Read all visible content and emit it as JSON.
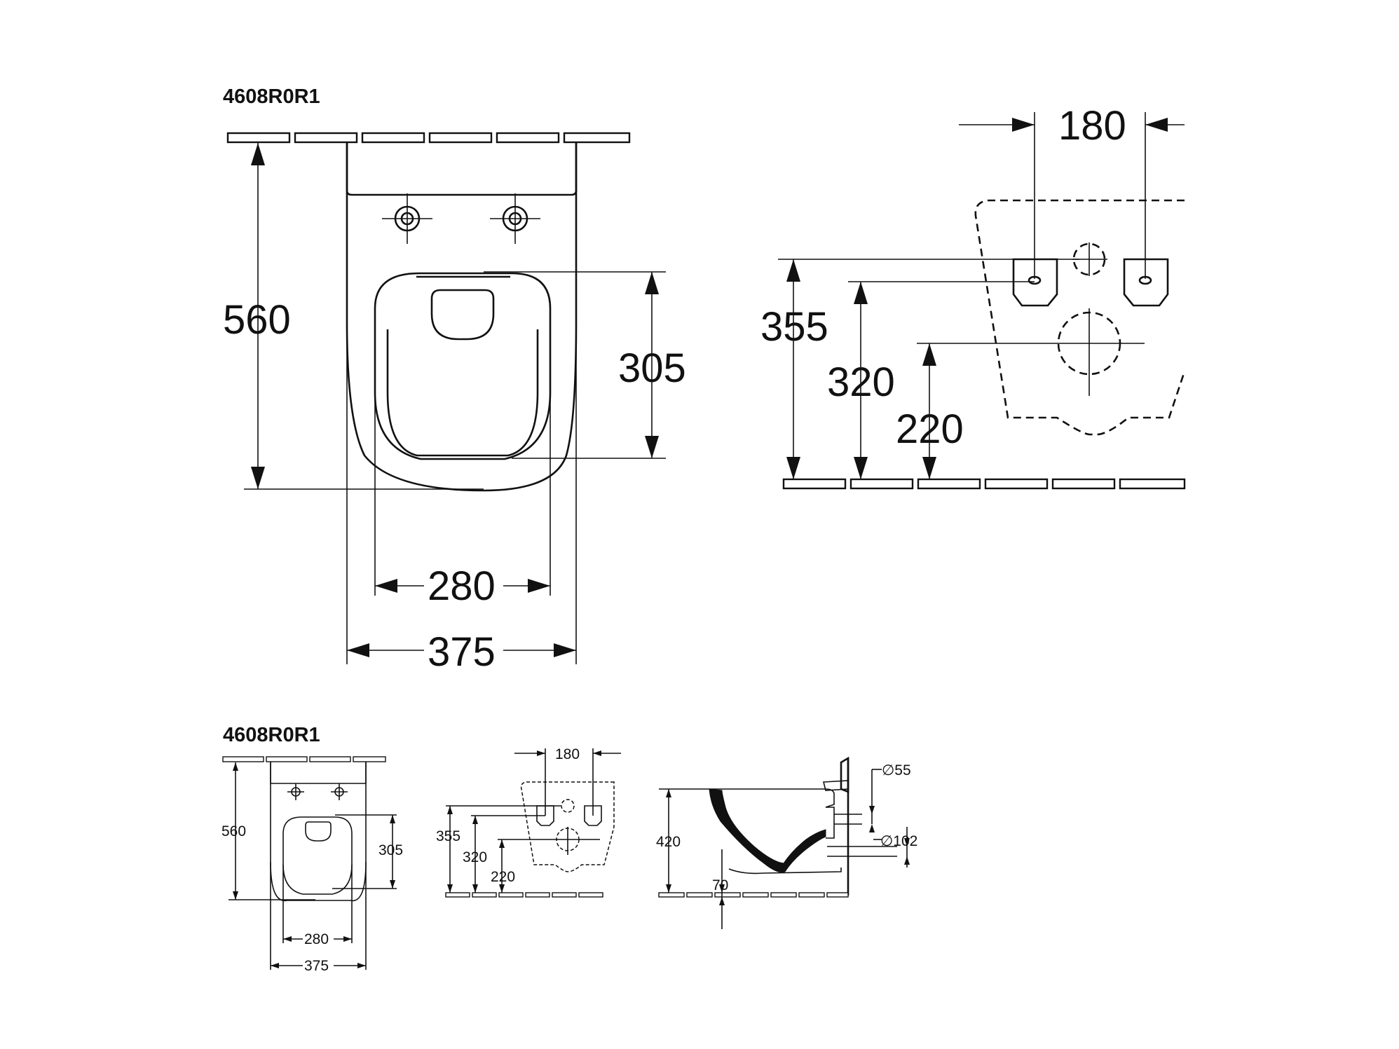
{
  "model_code": "4608R0R1",
  "top_view": {
    "dim_depth": "560",
    "dim_seat_depth": "305",
    "dim_seat_width": "280",
    "dim_total_width": "375"
  },
  "rear_view": {
    "dim_bolt_spacing": "180",
    "dim_bolt_height": "355",
    "dim_bolt_height_2": "320",
    "dim_outlet_height": "220"
  },
  "side_view": {
    "dim_height": "420",
    "dim_inlet_diameter": "∅55",
    "dim_outlet_diameter": "∅102",
    "dim_outlet_offset": "70"
  }
}
